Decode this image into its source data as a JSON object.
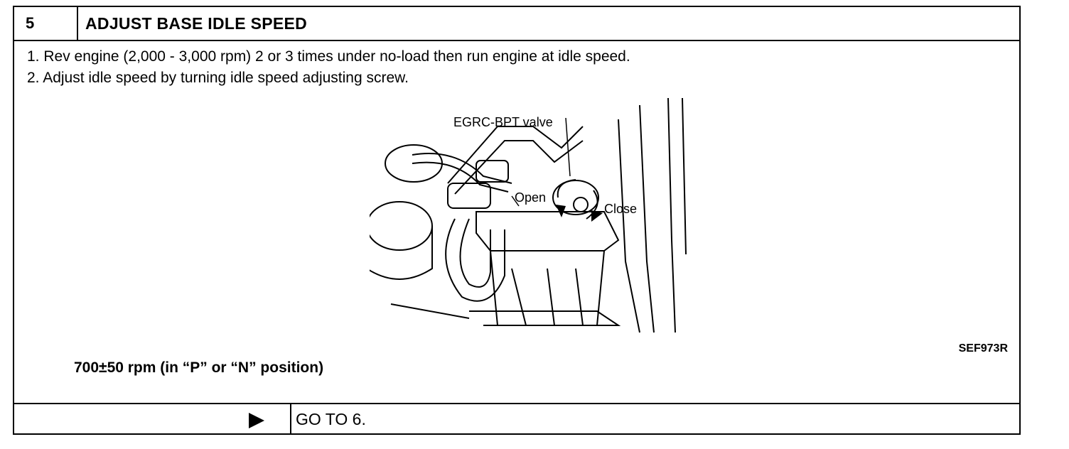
{
  "header": {
    "step_number": "5",
    "title": "ADJUST BASE IDLE SPEED"
  },
  "steps": [
    "1.  Rev engine (2,000 - 3,000 rpm) 2 or 3 times under no-load then run engine at idle speed.",
    "2.  Adjust idle speed by turning idle speed adjusting screw."
  ],
  "figure": {
    "labels": {
      "valve": "EGRC-BPT  valve",
      "open": "Open",
      "close": "Close"
    },
    "code": "SEF973R"
  },
  "spec": "700±50 rpm (in “P” or “N” position)",
  "footer": {
    "action": "GO TO 6."
  }
}
